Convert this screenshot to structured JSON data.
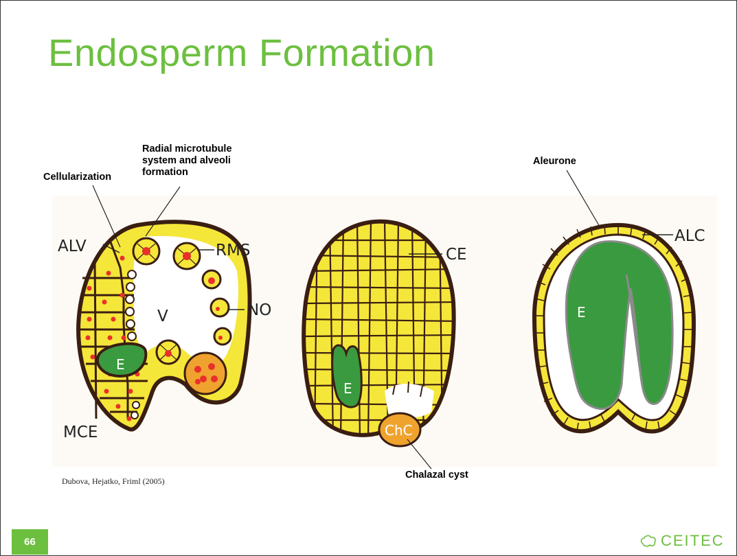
{
  "slide": {
    "title": "Endosperm Formation",
    "page_number": "66",
    "citation": "Dubova, Hejatko, Friml (2005)",
    "logo_text": "CEITEC"
  },
  "callouts": {
    "cellularization": "Cellularization",
    "radial_line1": "Radial microtubule",
    "radial_line2": "system and alveoli",
    "radial_line3": "formation",
    "aleurone": "Aleurone",
    "chalazal_cyst": "Chalazal cyst"
  },
  "labels": {
    "alv": "ALV",
    "rms": "RMS",
    "no": "NO",
    "v": "V",
    "e": "E",
    "mce": "MCE",
    "ce": "CE",
    "chc": "ChC",
    "alc": "ALC"
  },
  "colors": {
    "title": "#6cbf3f",
    "endosperm_yellow": "#f5e63a",
    "embryo_green": "#3a9a3f",
    "nucleus_red": "#e8312b",
    "cyst_orange": "#efa32e",
    "outline_brown": "#3a1e12"
  }
}
